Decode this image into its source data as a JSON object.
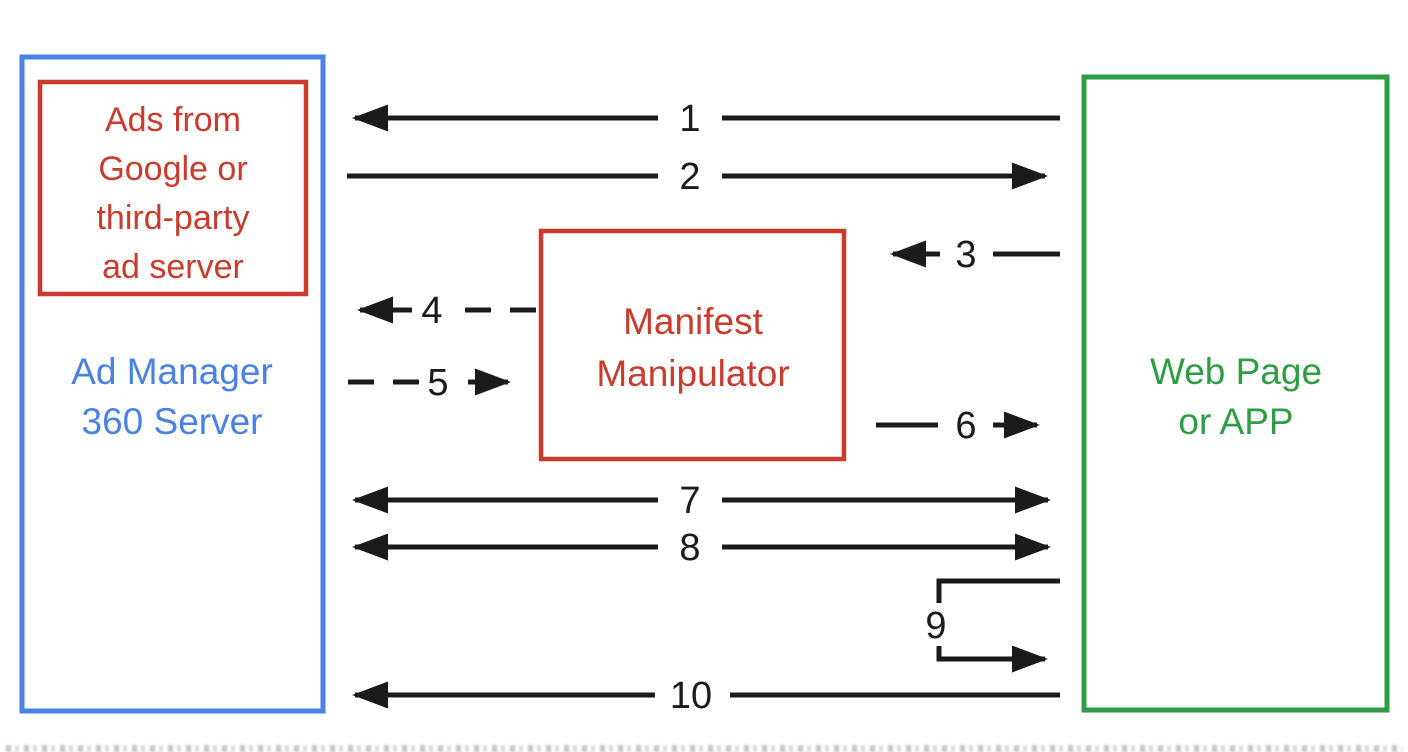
{
  "colors": {
    "blue": "#4a82e4",
    "red": "#c93b2c",
    "green": "#2d9e46",
    "ink": "#1b1b1b"
  },
  "boxes": {
    "ads_source": {
      "line1": "Ads from",
      "line2": "Google or",
      "line3": "third-party",
      "line4": "ad server"
    },
    "ad_manager": {
      "line1": "Ad Manager",
      "line2": "360 Server"
    },
    "manifest": {
      "line1": "Manifest",
      "line2": "Manipulator"
    },
    "web_page": {
      "line1": "Web Page",
      "line2": "or APP"
    }
  },
  "arrows": [
    {
      "label": "1",
      "direction": "left",
      "style": "solid"
    },
    {
      "label": "2",
      "direction": "right",
      "style": "solid"
    },
    {
      "label": "3",
      "direction": "left",
      "style": "solid"
    },
    {
      "label": "4",
      "direction": "left",
      "style": "dashed"
    },
    {
      "label": "5",
      "direction": "right",
      "style": "dashed"
    },
    {
      "label": "6",
      "direction": "right",
      "style": "solid"
    },
    {
      "label": "7",
      "direction": "both",
      "style": "solid"
    },
    {
      "label": "8",
      "direction": "both",
      "style": "solid"
    },
    {
      "label": "9",
      "direction": "loop-right",
      "style": "solid"
    },
    {
      "label": "10",
      "direction": "left",
      "style": "solid"
    }
  ]
}
